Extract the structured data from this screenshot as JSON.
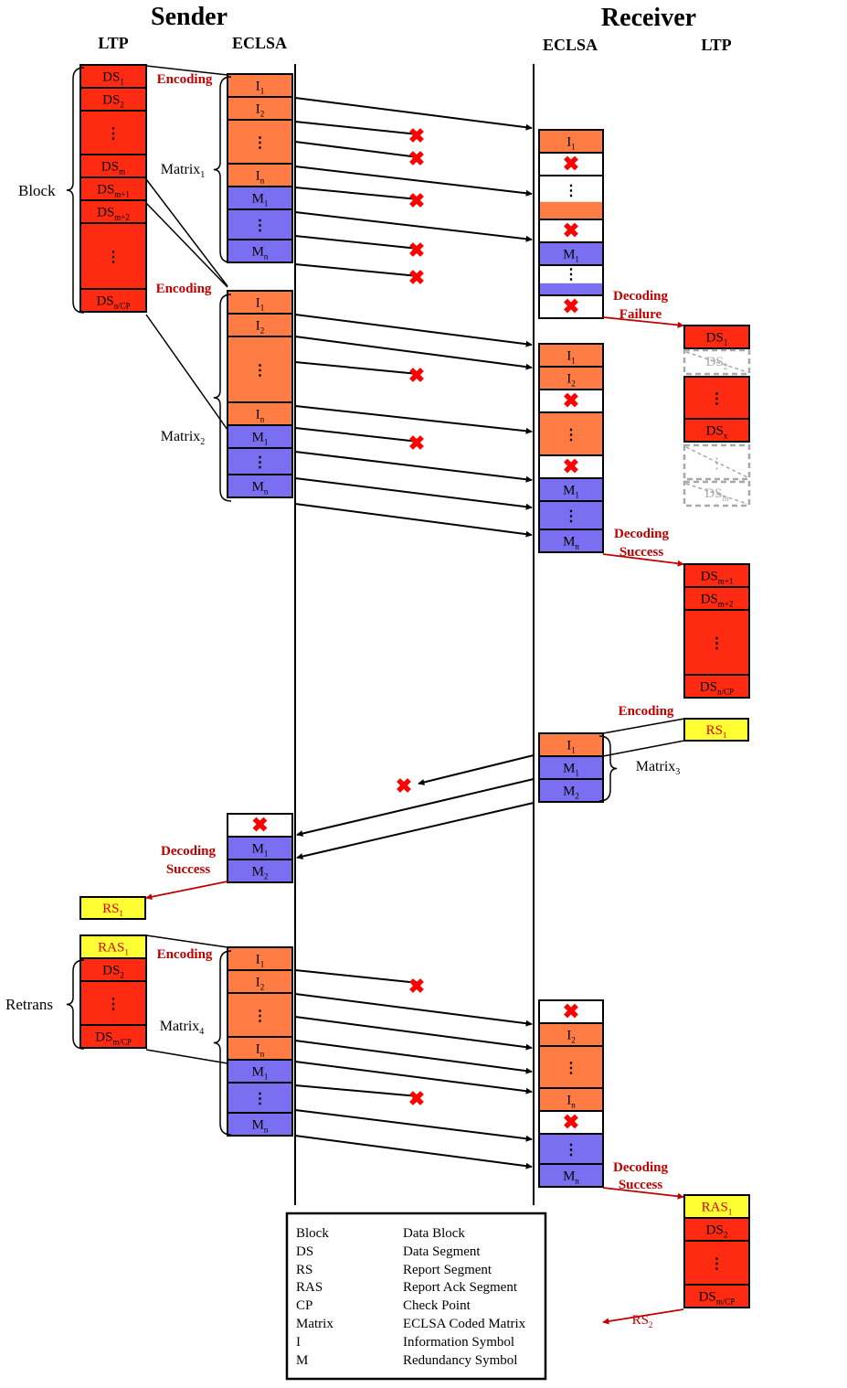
{
  "headers": {
    "sender": "Sender",
    "receiver": "Receiver",
    "sender_ltp": "LTP",
    "sender_eclsa": "ECLSA",
    "receiver_eclsa": "ECLSA",
    "receiver_ltp": "LTP"
  },
  "colors": {
    "data_segment": "#ff2a12",
    "info_symbol": "#ff7c45",
    "redundancy_symbol": "#7b6ff1",
    "report": "#ffff33",
    "loss": "#ff0000",
    "annotation": "#c00000",
    "missing": "#a8a8a8"
  },
  "labels": {
    "block": "Block",
    "retrans": "Retrans",
    "encoding": "Encoding",
    "decoding": "Decoding",
    "failure": "Failure",
    "success": "Success",
    "matrix": "Matrix",
    "rs2_base": "RS",
    "rs2_sub": "2"
  },
  "legend": [
    {
      "term": "Block",
      "desc": "Data Block"
    },
    {
      "term": "DS",
      "desc": "Data Segment"
    },
    {
      "term": "RS",
      "desc": "Report Segment"
    },
    {
      "term": "RAS",
      "desc": "Report Ack Segment"
    },
    {
      "term": "CP",
      "desc": "Check Point"
    },
    {
      "term": "Matrix",
      "desc": "ECLSA Coded Matrix"
    },
    {
      "term": "I",
      "desc": "Information Symbol"
    },
    {
      "term": "M",
      "desc": "Redundancy Symbol"
    }
  ]
}
